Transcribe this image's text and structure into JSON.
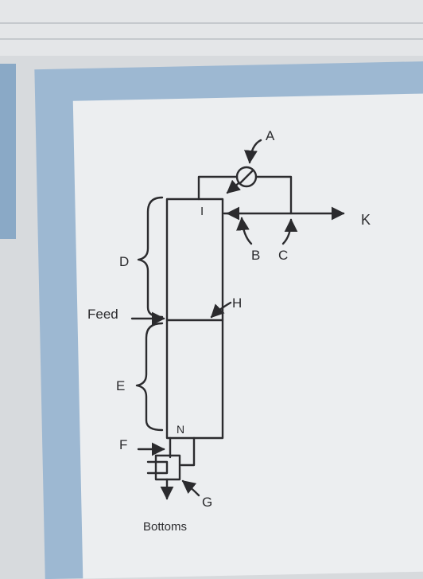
{
  "labels": {
    "A": "A",
    "B": "B",
    "C": "C",
    "D": "D",
    "E": "E",
    "F": "F",
    "G": "G",
    "H": "H",
    "I": "I",
    "K": "K",
    "N": "N",
    "feed": "Feed",
    "bottoms": "Bottoms"
  },
  "colors": {
    "ink": "#2b2b2e",
    "paper": "#eceef0",
    "frame": "#9db8d2",
    "wall": "#d7dadd"
  }
}
